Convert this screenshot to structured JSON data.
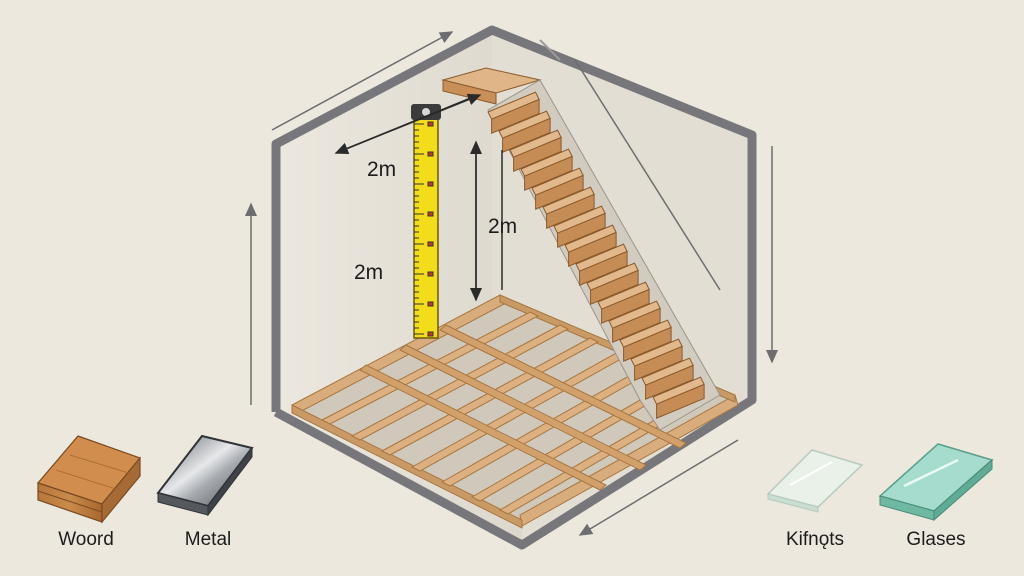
{
  "dimensions": {
    "top_width": "2m",
    "stair_height": "2m",
    "wall_height": "2m"
  },
  "materials": [
    {
      "label": "Woord",
      "kind": "wood"
    },
    {
      "label": "Metal",
      "kind": "metal"
    },
    {
      "label": "Kifnǫts",
      "kind": "glass-thin"
    },
    {
      "label": "Glases",
      "kind": "glass"
    }
  ],
  "colors": {
    "background": "#ece8dd",
    "wall_edge": "#77767a",
    "wood": "#d8ac7c",
    "wood_dark": "#b98552",
    "tape": "#f3dc19",
    "glass": "#9fd9c9",
    "metal": "#8a8e94"
  }
}
